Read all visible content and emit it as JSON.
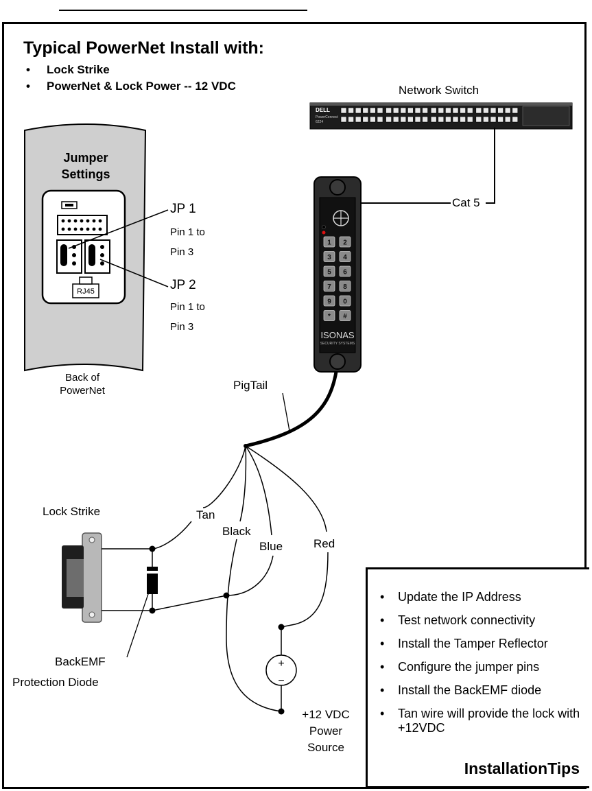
{
  "title": "Typical PowerNet Install with:",
  "features": [
    "Lock Strike",
    "PowerNet & Lock Power -- 12 VDC"
  ],
  "network_switch": {
    "label": "Network Switch",
    "brand": "DELL",
    "model_line1": "PowerConnect",
    "model_line2": "6224"
  },
  "cable_label": "Cat 5",
  "jumper": {
    "heading_line1": "Jumper",
    "heading_line2": "Settings",
    "jp1": {
      "name": "JP 1",
      "line1": "Pin 1 to",
      "line2": "Pin 3"
    },
    "jp2": {
      "name": "JP 2",
      "line1": "Pin 1 to",
      "line2": "Pin 3"
    },
    "port_label": "RJ45",
    "caption_line1": "Back of",
    "caption_line2": "PowerNet"
  },
  "reader": {
    "keys": [
      "1",
      "2",
      "3",
      "4",
      "5",
      "6",
      "7",
      "8",
      "9",
      "0",
      "*",
      "#"
    ],
    "brand": "ISONAS",
    "brand_sub": "SECURITY SYSTEMS"
  },
  "pigtail_label": "PigTail",
  "wires": {
    "tan": "Tan",
    "black": "Black",
    "blue": "Blue",
    "red": "Red"
  },
  "lock_strike_label": "Lock Strike",
  "diode_label_line1": "BackEMF",
  "diode_label_line2": "Protection Diode",
  "power": {
    "plus": "+",
    "minus": "−",
    "label_line1": "+12 VDC",
    "label_line2": "Power",
    "label_line3": "Source"
  },
  "tips": {
    "items": [
      "Update the IP Address",
      "Test network connectivity",
      "Install the Tamper Reflector",
      "Configure the jumper pins",
      "Install the BackEMF diode",
      "Tan wire will provide the lock with +12VDC"
    ],
    "title": "InstallationTips"
  }
}
